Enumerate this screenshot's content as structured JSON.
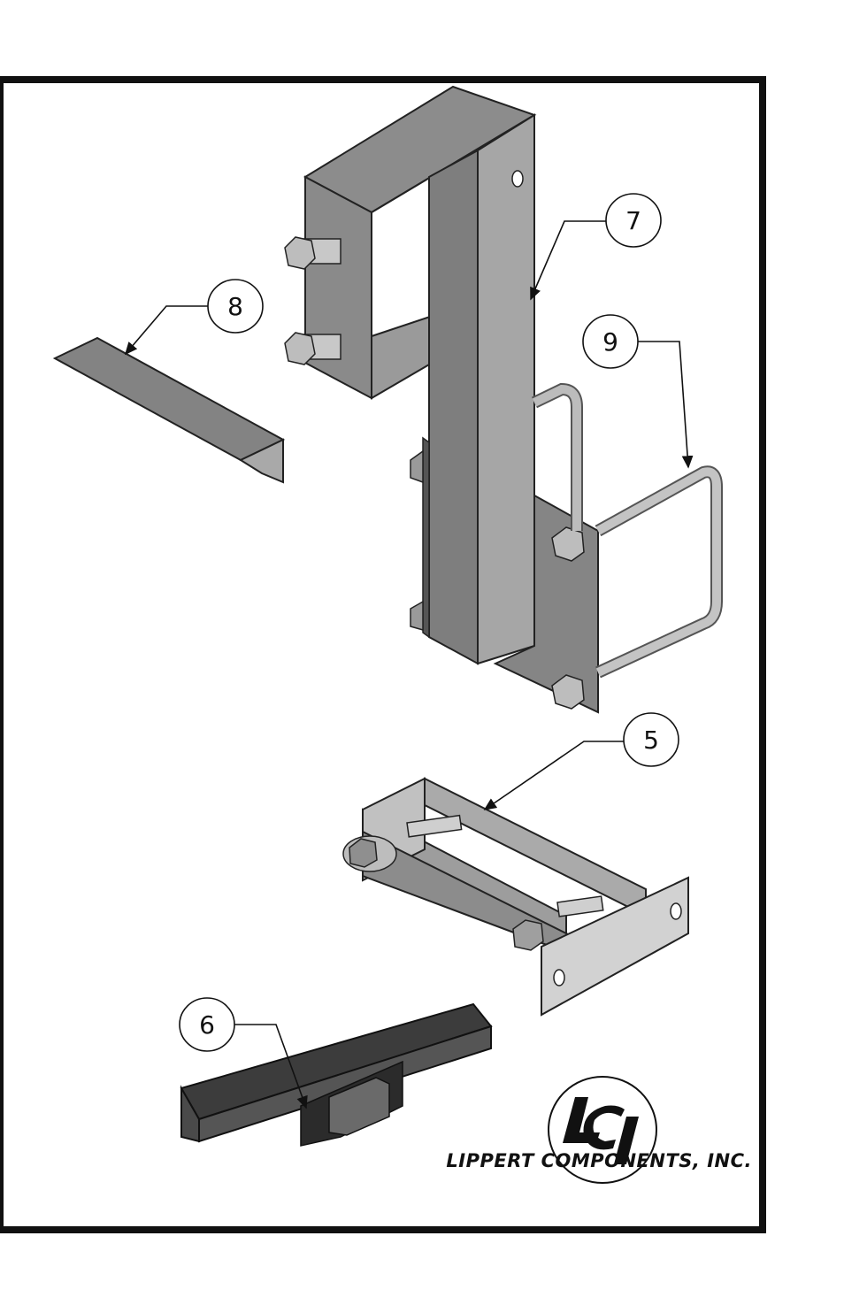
{
  "callouts": [
    {
      "id": "callout-7",
      "label": "7"
    },
    {
      "id": "callout-8",
      "label": "8"
    },
    {
      "id": "callout-9",
      "label": "9"
    },
    {
      "id": "callout-5",
      "label": "5"
    },
    {
      "id": "callout-6",
      "label": "6"
    }
  ],
  "brand": {
    "logo_text": "LCI",
    "company_name": "LIPPERT COMPONENTS, INC."
  },
  "colors": {
    "frame": "#111111",
    "metal_dark": "#7d7d7d",
    "metal_mid": "#a2a2a2",
    "metal_light": "#c9c9c9",
    "strap": "#3a3a3a"
  }
}
